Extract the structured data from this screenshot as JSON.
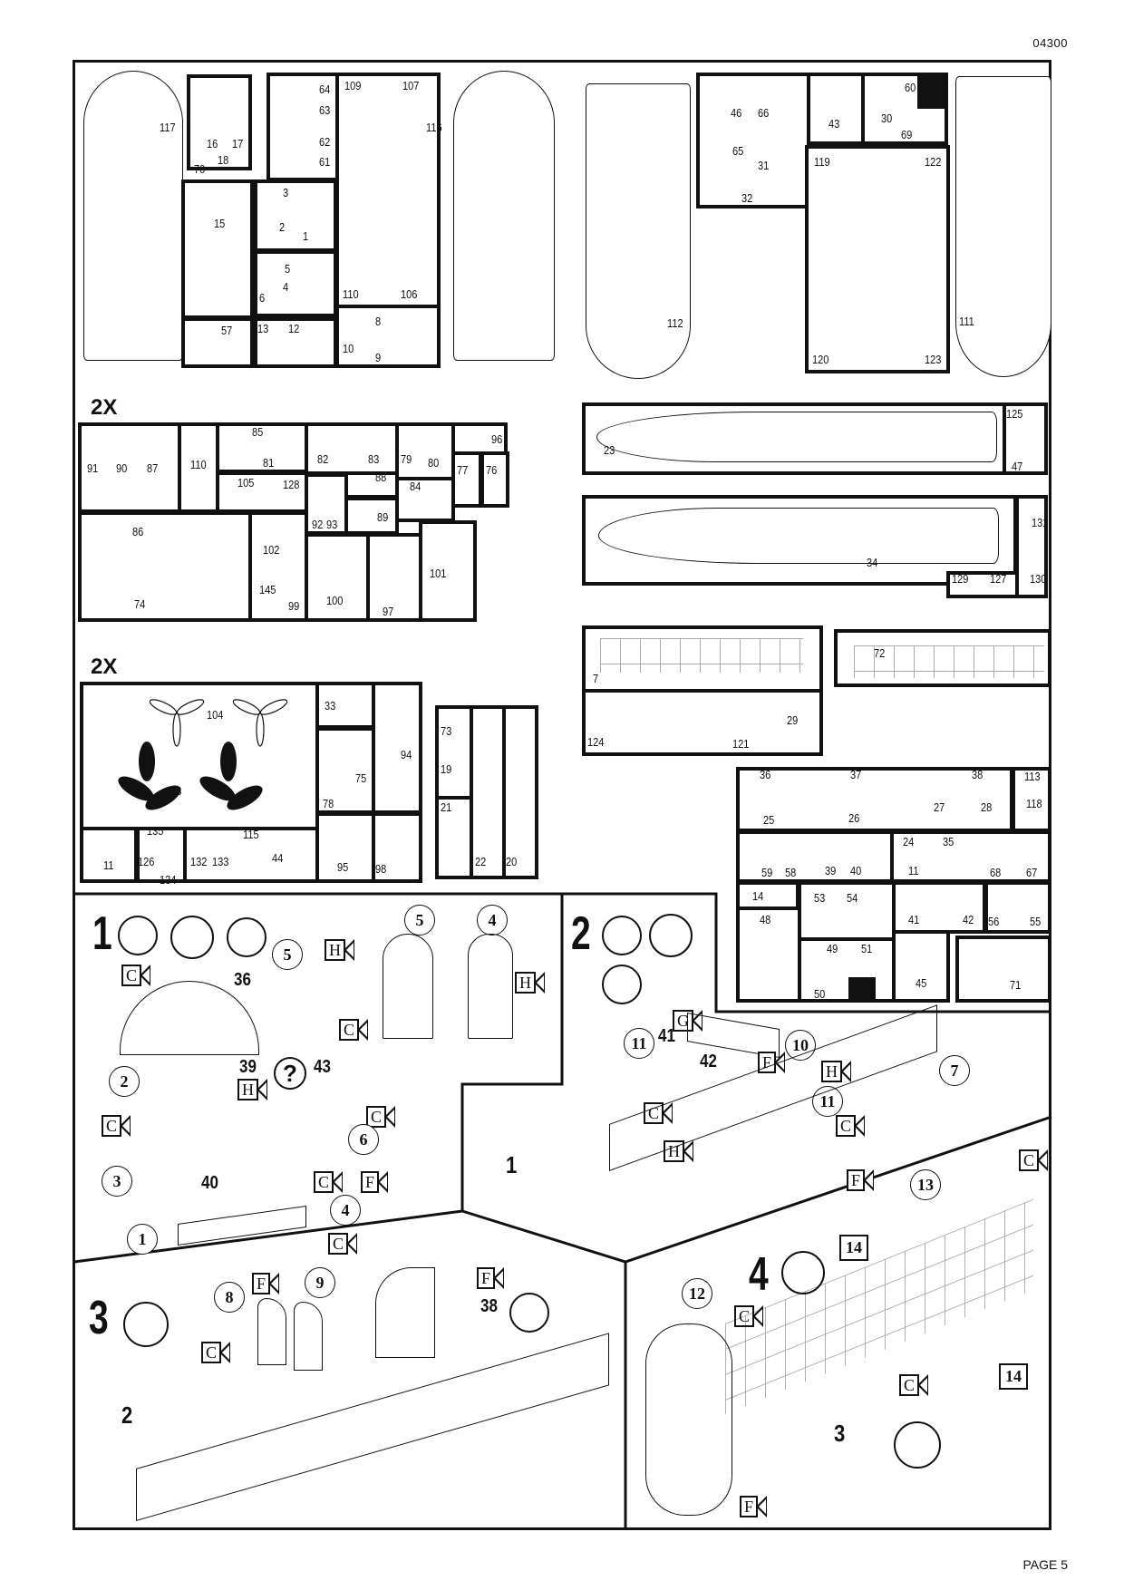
{
  "document": {
    "code": "04300",
    "page_label": "PAGE 5"
  },
  "sprues": {
    "multiplier_label": "2X",
    "top_left": {
      "parts": [
        "117",
        "16",
        "17",
        "18",
        "70",
        "64",
        "63",
        "62",
        "61",
        "109",
        "107",
        "110",
        "106",
        "116",
        "15",
        "3",
        "2",
        "1",
        "5",
        "4",
        "6",
        "57",
        "13",
        "12",
        "8",
        "10",
        "9"
      ]
    },
    "top_right": {
      "parts": [
        "112",
        "46",
        "66",
        "65",
        "31",
        "32",
        "43",
        "30",
        "60",
        "69",
        "119",
        "122",
        "120",
        "123",
        "111"
      ]
    },
    "middle_left_2x": {
      "parts": [
        "91",
        "90",
        "87",
        "110",
        "85",
        "81",
        "105",
        "128",
        "82",
        "83",
        "79",
        "80",
        "96",
        "88",
        "89",
        "92",
        "93",
        "84",
        "77",
        "76",
        "86",
        "74",
        "102",
        "145",
        "99",
        "100",
        "97",
        "101"
      ]
    },
    "fuselage": {
      "parts": [
        "23",
        "125",
        "47",
        "34",
        "129",
        "127",
        "131",
        "130"
      ]
    },
    "lower_left_2x": {
      "parts": [
        "104",
        "103",
        "33",
        "78",
        "75",
        "94",
        "73",
        "19",
        "21",
        "22",
        "20",
        "11",
        "135",
        "126",
        "134",
        "115",
        "132",
        "133",
        "44",
        "95",
        "98"
      ]
    },
    "floor_parts": {
      "parts": [
        "7",
        "72",
        "124",
        "121",
        "29"
      ]
    },
    "small_parts": {
      "parts": [
        "36",
        "37",
        "38",
        "25",
        "26",
        "27",
        "28",
        "113",
        "118",
        "59",
        "58",
        "39",
        "40",
        "24",
        "35",
        "11",
        "68",
        "67",
        "14",
        "53",
        "54",
        "41",
        "42",
        "56",
        "55",
        "48",
        "49",
        "51",
        "50",
        "45",
        "71"
      ]
    }
  },
  "steps": [
    {
      "number": "1",
      "icons": [
        "glue-icon",
        "clock-icon",
        "paint-icon"
      ],
      "part_circles": [
        "5",
        "2",
        "3",
        "1",
        "6",
        "4",
        "5",
        "4"
      ],
      "part_callouts": [
        "36",
        "39",
        "43",
        "40"
      ],
      "color_flags": [
        "C",
        "H",
        "C",
        "C",
        "H",
        "C",
        "C",
        "F",
        "C",
        "H"
      ],
      "question_mark": "?"
    },
    {
      "number": "2",
      "icons": [
        "glue-icon",
        "clock-icon",
        "paint-icon"
      ],
      "part_circles": [
        "11",
        "10",
        "11",
        "7"
      ],
      "part_callouts": [
        "41",
        "42",
        "1"
      ],
      "color_flags": [
        "G",
        "F",
        "H",
        "C",
        "H",
        "C",
        "F"
      ]
    },
    {
      "number": "3",
      "icons": [
        "glue-icon",
        "paint-icon"
      ],
      "part_circles": [
        "8",
        "9"
      ],
      "part_callouts": [
        "38",
        "2"
      ],
      "color_flags": [
        "F",
        "C",
        "F"
      ]
    },
    {
      "number": "4",
      "icons": [
        "glue-icon",
        "clock-icon"
      ],
      "part_circles": [
        "13",
        "12"
      ],
      "part_squares": [
        "14",
        "14"
      ],
      "part_callouts": [
        "3"
      ],
      "color_flags": [
        "C",
        "C",
        "C",
        "F"
      ]
    }
  ]
}
